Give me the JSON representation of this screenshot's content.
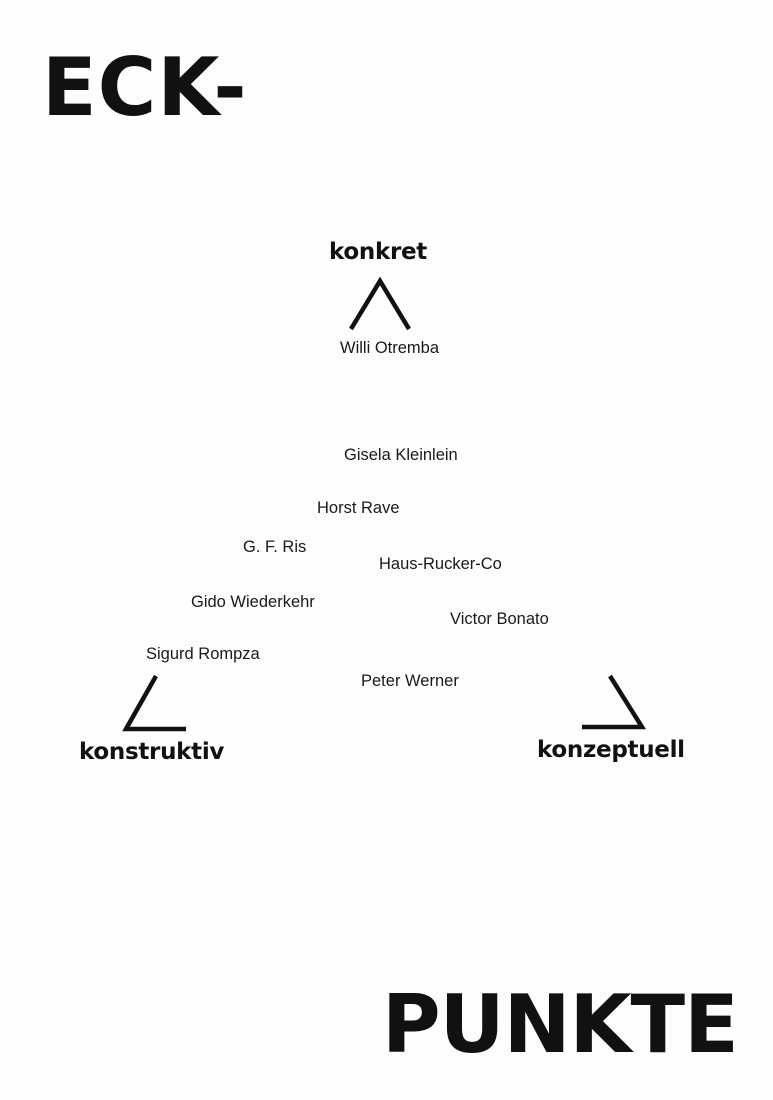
{
  "poster": {
    "headline_top": "ECK-",
    "headline_bottom": "PUNKTE",
    "corners": {
      "top": "konkret",
      "left": "konstruktiv",
      "right": "konzeptuell"
    },
    "artists": [
      "Willi Otremba",
      "Gisela Kleinlein",
      "Horst Rave",
      "G. F. Ris",
      "Haus-Rucker-Co",
      "Gido Wiederkehr",
      "Victor Bonato",
      "Sigurd Rompza",
      "Peter Werner"
    ]
  },
  "colors": {
    "background": "#fdfdfd",
    "ink": "#111111"
  },
  "icons": {
    "top": "caret-angle-icon",
    "left": "corner-angle-left-icon",
    "right": "corner-angle-right-icon"
  }
}
